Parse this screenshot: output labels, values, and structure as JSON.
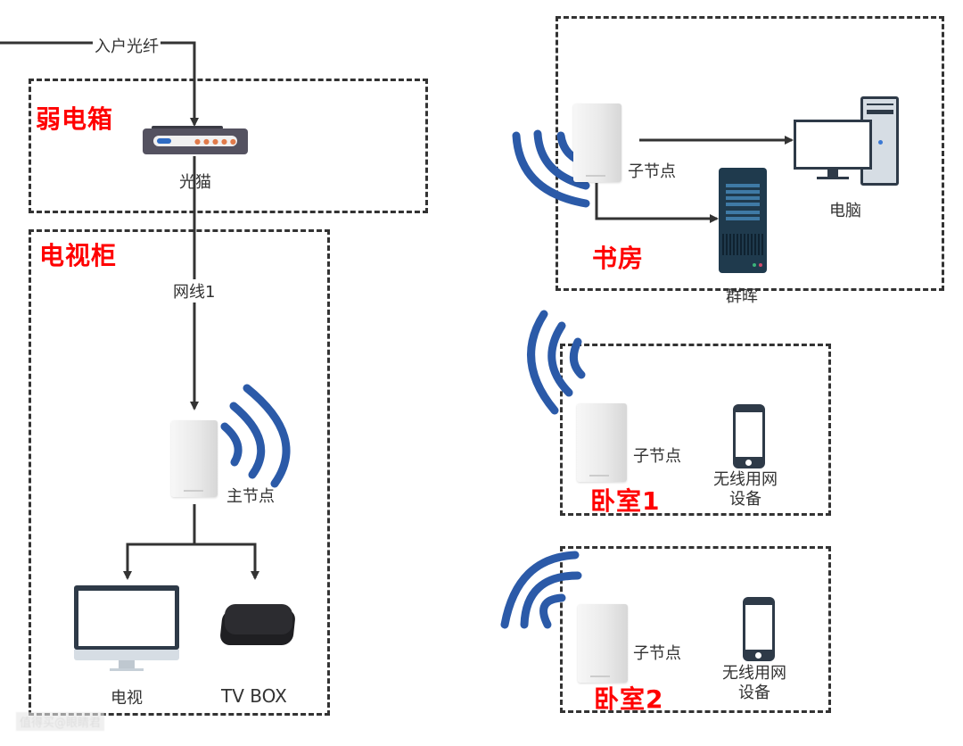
{
  "zones": {
    "weak_box": {
      "title": "弱电箱"
    },
    "tv_cabinet": {
      "title": "电视柜"
    },
    "study": {
      "title": "书房"
    },
    "bedroom1": {
      "title": "卧室1"
    },
    "bedroom2": {
      "title": "卧室2"
    }
  },
  "links": {
    "fiber_in": "入户光纤",
    "cable1": "网线1"
  },
  "devices": {
    "modem": "光猫",
    "main_node": "主节点",
    "tv": "电视",
    "tv_box": "TV BOX",
    "study_node": "子节点",
    "pc": "电脑",
    "nas": "群晖",
    "bedroom1_node": "子节点",
    "bedroom1_device": "无线用网\n设备",
    "bedroom2_node": "子节点",
    "bedroom2_device": "无线用网\n设备"
  },
  "colors": {
    "zone_title": "#ff0000",
    "wifi": "#2b5aa8",
    "line": "#333333"
  },
  "watermark": "值得买@眼睛君"
}
